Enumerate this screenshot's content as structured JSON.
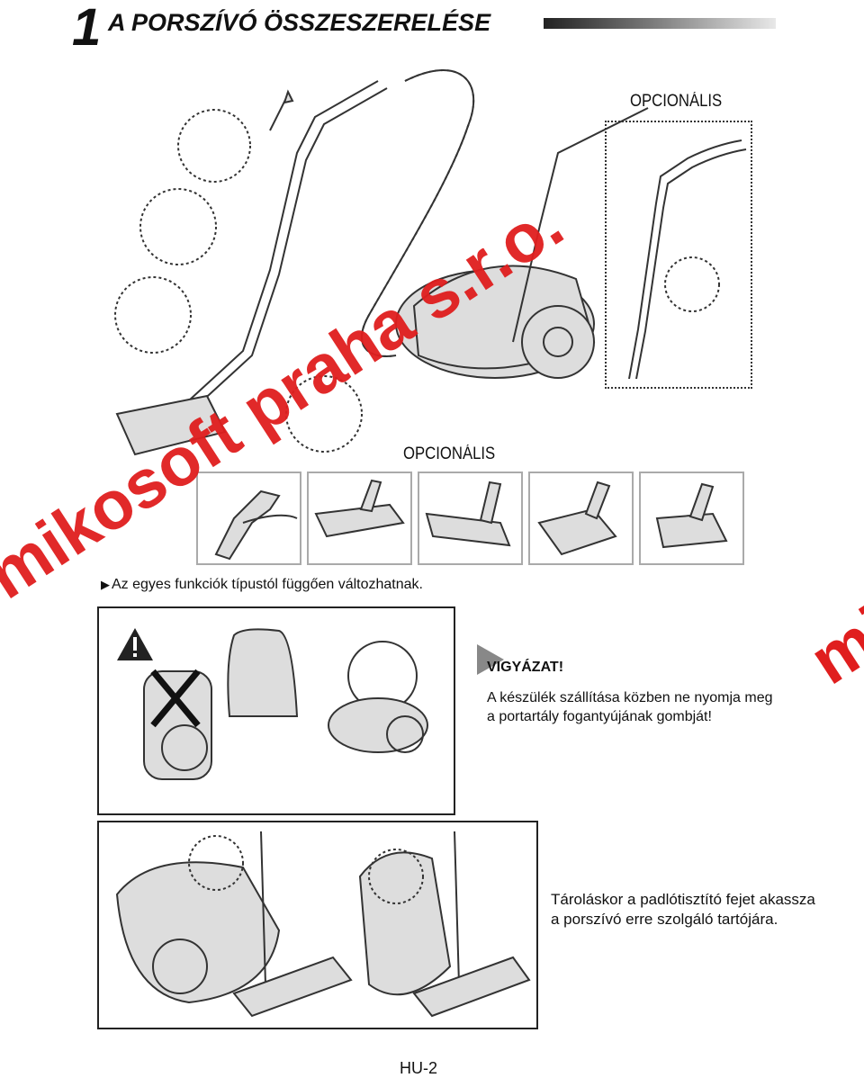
{
  "header": {
    "number": "1",
    "title": "A PORSZÍVÓ ÖSSZESZERELÉSE"
  },
  "labels": {
    "optional_top": "OPCIONÁLIS",
    "optional_middle": "OPCIONÁLIS"
  },
  "note": {
    "marker": "▶",
    "text": "Az egyes funkciók típustól függően változhatnak."
  },
  "warning": {
    "title": "VIGYÁZAT!",
    "body": "A készülék szállítása közben ne nyomja meg a portartály fogantyújának gombját!"
  },
  "storage": {
    "text": "Tároláskor a padlótisztító fejet akassza a porszívó erre szolgáló tartójára."
  },
  "watermark": {
    "text_main": "mikosoft praha s.r.o.",
    "text_edge": "mi"
  },
  "footer": {
    "page": "HU-2"
  },
  "colors": {
    "watermark": "#e01e1e",
    "line": "#333333",
    "fill": "#dddddd"
  }
}
